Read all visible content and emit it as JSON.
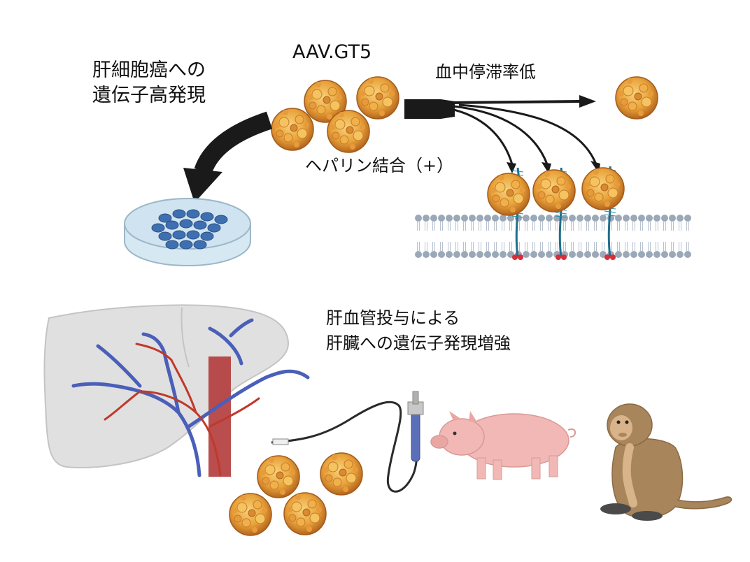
{
  "labels": {
    "aav_name": "AAV.GT5",
    "hcc_expression_line1": "肝細胞癌への",
    "hcc_expression_line2": "遺伝子高発現",
    "low_blood_retention": "血中停滞率低",
    "heparin_binding": "ヘパリン結合（+）",
    "delivery_line1": "肝血管投与による",
    "delivery_line2": "肝臓への遺伝子発現増強"
  },
  "colors": {
    "aav_particle": "#e8a23a",
    "aav_particle_dark": "#b5651d",
    "arrow": "#1a1a1a",
    "petri_dish": "#cfe4f0",
    "cells": "#3e6fb0",
    "membrane_head": "#9aa8b8",
    "proteoglycan": "#1f6f8b",
    "portal_vein": "#4a5fb8",
    "hepatic_artery": "#c0392b",
    "liver": "#e0e0e0",
    "pig": "#f2b8b5",
    "monkey": "#a8855a"
  },
  "icons": [
    "aav-particle-icon",
    "petri-dish-icon",
    "cell-membrane-icon",
    "heparan-sulfate-icon",
    "liver-icon",
    "catheter-icon",
    "pig-icon",
    "monkey-icon"
  ]
}
